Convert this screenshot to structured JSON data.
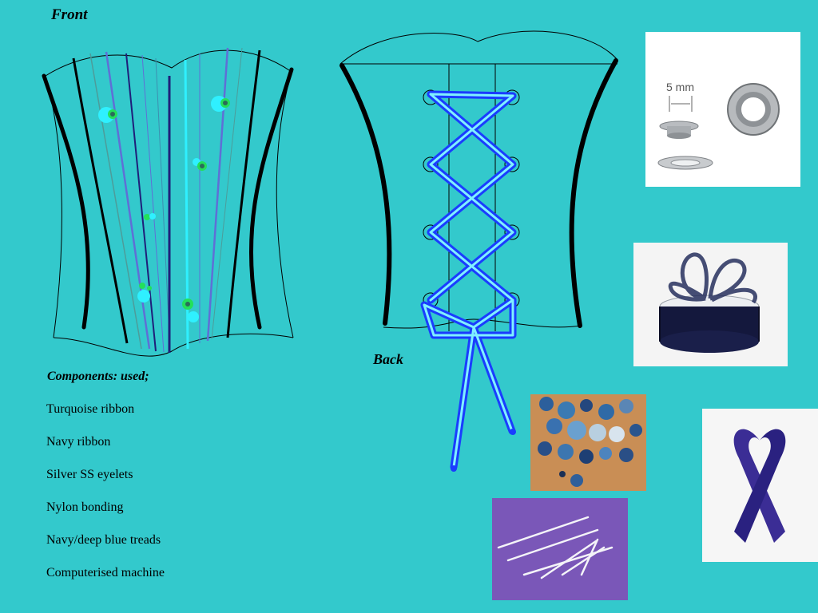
{
  "labels": {
    "front": "Front",
    "back": "Back",
    "annotation_5mm": "5 mm"
  },
  "components": {
    "title": "Components: used;",
    "items": [
      "Turquoise ribbon",
      "Navy ribbon",
      "Silver SS eyelets",
      "Nylon bonding",
      "Navy/deep blue treads",
      "Computerised machine"
    ]
  },
  "colors": {
    "background": "#33c9cc",
    "navy": "#1f1f7a",
    "lacing_blue": "#1a3cff",
    "lacing_cyan": "#7ff0ff",
    "turquoise_dot": "#2ff0ff",
    "green_dot": "#23e05a"
  }
}
